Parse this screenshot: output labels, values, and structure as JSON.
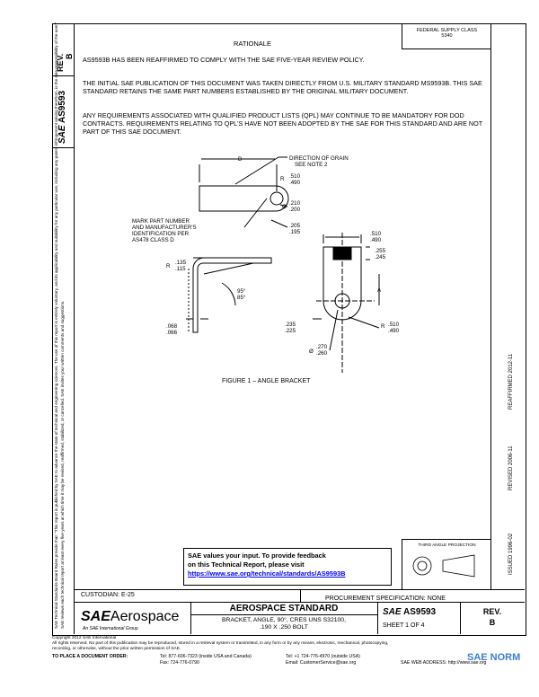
{
  "rev": {
    "label": "REV.",
    "value": "B"
  },
  "doc_number": "AS9593",
  "sae_logo": "SAE",
  "side_notice": "SAE Technical Standards Board Rules provide that: \"This report is published by SAE to advance the state of technical and engineering sciences. The use of this report is entirely voluntary, and its applicability and suitability for any particular use, including any patent infringement arising therefrom, is the sole responsibility of the user.\"",
  "side_notice2": "SAE reviews each technical report at least every five years at which time it may be revised, reaffirmed, stabilized, or cancelled. SAE invites your written comments and suggestions.",
  "federal_supply": {
    "line1": "FEDERAL SUPPLY CLASS",
    "line2": "5340"
  },
  "rationale": {
    "title": "RATIONALE",
    "p1": "AS9593B HAS BEEN REAFFIRMED TO COMPLY WITH THE SAE FIVE-YEAR REVIEW POLICY.",
    "p2": "THE INITIAL SAE PUBLICATION OF THIS DOCUMENT WAS TAKEN DIRECTLY FROM U.S. MILITARY STANDARD MS9593B. THIS SAE STANDARD RETAINS THE SAME PART NUMBERS ESTABLISHED BY THE ORIGINAL MILITARY DOCUMENT.",
    "p3": "ANY REQUIREMENTS ASSOCIATED WITH QUALIFIED PRODUCT LISTS (QPL) MAY CONTINUE TO BE MANDATORY FOR DOD CONTRACTS. REQUIREMENTS RELATING TO QPL'S HAVE NOT BEEN ADOPTED BY THE SAE FOR THIS STANDARD AND ARE NOT PART OF THIS SAE DOCUMENT."
  },
  "drawing": {
    "b": "B",
    "direction_grain": "DIRECTION OF GRAIN",
    "see_note": "SEE NOTE 2",
    "r510_a": ".510",
    "r490_a": ".490",
    "r_a": "R",
    "d210": ".210",
    "d200": ".200",
    "dia": "Ø",
    "mark1": "MARK PART NUMBER",
    "mark2": "AND MANUFACTURER'S",
    "mark3": "IDENTIFICATION PER",
    "mark4": "AS478  CLASS D",
    "d205": ".205",
    "d195": ".195",
    "d510_b": ".510",
    "d490_b": ".490",
    "d255": ".255",
    "d245": ".245",
    "r135": ".135",
    "r115": ".115",
    "r_b": "R",
    "ang95": "95°",
    "ang85": "85°",
    "a": "A",
    "d068": ".068",
    "d066": ".066",
    "d235": ".235",
    "d225": ".225",
    "r510_c": ".510",
    "r490_c": ".490",
    "r_c": "R",
    "d270": ".270",
    "d260": ".260",
    "dia2": "Ø",
    "figure": "FIGURE 1 – ANGLE BRACKET"
  },
  "dates": {
    "reaffirmed": "REAFFIRMED 2012-11",
    "revised": "REVISED 2006-11",
    "issued": "ISSUED 1996-02"
  },
  "feedback": {
    "line1": "SAE values your input. To provide feedback",
    "line2": "on this Technical Report, please visit",
    "url": "https://www.sae.org/technical/standards/AS9593B"
  },
  "projection": "THIRD ANGLE PROJECTION",
  "custodian": "CUSTODIAN: E-25",
  "procurement": "PROCUREMENT SPECIFICATION: NONE",
  "title_block": {
    "brand": "SAE",
    "brand2": "Aerospace",
    "sub": "An SAE International Group",
    "std": "AEROSPACE STANDARD",
    "desc1": "BRACKET, ANGLE, 90°, CRES UNS S32100,",
    "desc2": ".190 X .250 BOLT",
    "sae": "SAE",
    "num": "AS9593",
    "sheet": "SHEET 1 OF 4",
    "rev": "REV.",
    "revv": "B"
  },
  "footer": {
    "copyright": "Copyright 2012 SAE International",
    "rights1": "All rights reserved. No part of this publication may be reproduced, stored in a retrieval system or transmitted, in any form or by any means, electronic, mechanical, photocopying,",
    "rights2": "recording, or otherwise, without the prior written permission of SAE.",
    "order": "TO PLACE A DOCUMENT ORDER:",
    "tel1": "Tel:  877-606-7323 (inside USA and Canada)",
    "tel2": "Tel:  +1 724-776-4970 (outside USA)",
    "fax": "Fax:  724-776-0790",
    "email": "Email: CustomerService@sae.org",
    "web": "SAE WEB ADDRESS:  http://www.sae.org",
    "watermark": "SAE NORM"
  }
}
